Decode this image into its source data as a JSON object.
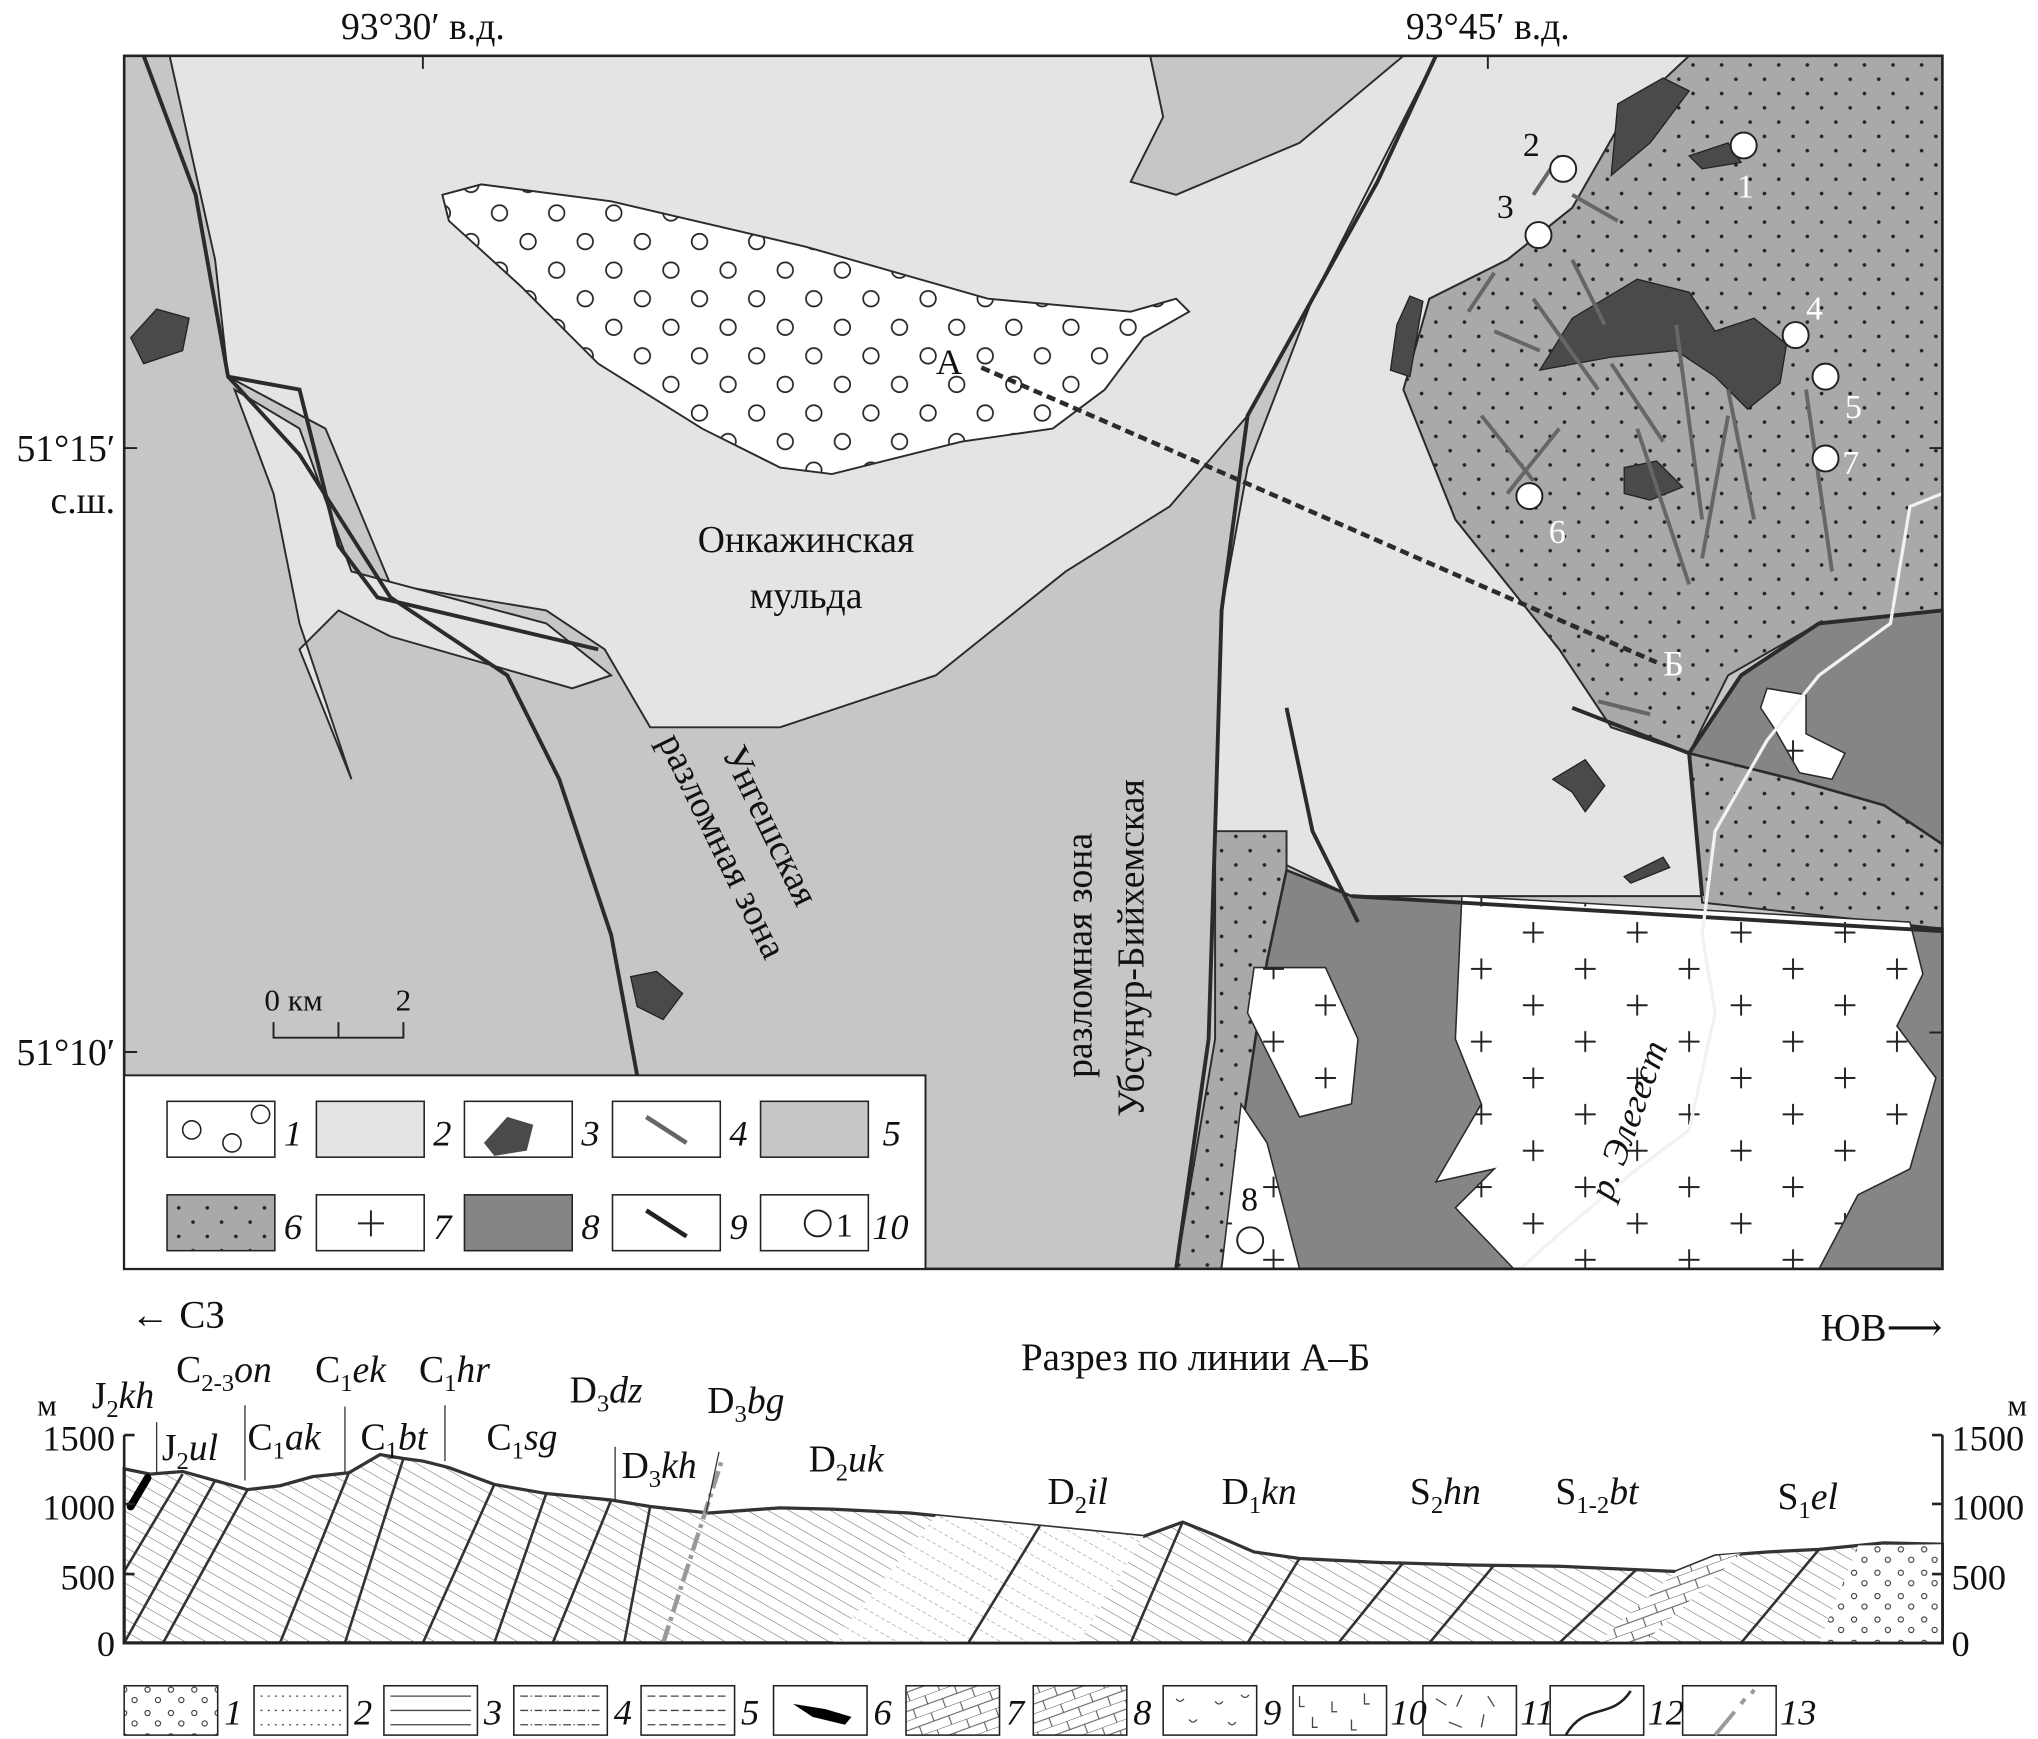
{
  "map": {
    "coords": {
      "lon_left": "93°30′ в.д.",
      "lon_right": "93°45′ в.д.",
      "lat_upper": "51°15′",
      "lat_upper_suffix": "с.ш.",
      "lat_lower": "51°10′"
    },
    "labels": {
      "basin_line1": "Онкажинская",
      "basin_line2": "мульда",
      "zone1_line1": "Унгешская",
      "zone1_line2": "разломная зона",
      "zone2_line1": "Убсунур-Бийхемская",
      "zone2_line2": "разломная зона",
      "river": "р. Элегест",
      "point_a": "А",
      "point_b": "Б"
    },
    "sites": [
      "1",
      "2",
      "3",
      "4",
      "5",
      "6",
      "7",
      "8"
    ],
    "scale": {
      "zero": "0 км",
      "two": "2"
    },
    "legend": [
      "1",
      "2",
      "3",
      "4",
      "5",
      "6",
      "7",
      "8",
      "9",
      "10"
    ],
    "legend10_sample": "1"
  },
  "section": {
    "title": "Разрез по линии А–Б",
    "dir_left": "СЗ",
    "dir_right": "ЮВ",
    "unit": "м",
    "ticks": [
      "1500",
      "1000",
      "500",
      "0"
    ],
    "formations": [
      {
        "base": "J",
        "sub": "2",
        "name": "kh"
      },
      {
        "base": "J",
        "sub": "2",
        "name": "ul"
      },
      {
        "base": "C",
        "sub": "2-3",
        "name": "on"
      },
      {
        "base": "C",
        "sub": "1",
        "name": "ak"
      },
      {
        "base": "C",
        "sub": "1",
        "name": "ek"
      },
      {
        "base": "C",
        "sub": "1",
        "name": "bt"
      },
      {
        "base": "C",
        "sub": "1",
        "name": "hr"
      },
      {
        "base": "C",
        "sub": "1",
        "name": "sg"
      },
      {
        "base": "D",
        "sub": "3",
        "name": "dz"
      },
      {
        "base": "D",
        "sub": "3",
        "name": "kh"
      },
      {
        "base": "D",
        "sub": "3",
        "name": "bg"
      },
      {
        "base": "D",
        "sub": "2",
        "name": "uk"
      },
      {
        "base": "D",
        "sub": "2",
        "name": "il"
      },
      {
        "base": "D",
        "sub": "1",
        "name": "kn"
      },
      {
        "base": "S",
        "sub": "2",
        "name": "hn"
      },
      {
        "base": "S",
        "sub": "1-2",
        "name": "bt"
      },
      {
        "base": "S",
        "sub": "1",
        "name": "el"
      }
    ],
    "legend": [
      "1",
      "2",
      "3",
      "4",
      "5",
      "6",
      "7",
      "8",
      "9",
      "10",
      "11",
      "12",
      "13"
    ]
  },
  "colors": {
    "unit2": "#e4e4e4",
    "unit5": "#c6c6c6",
    "unit6": "#a9a9a9",
    "unit8": "#858585",
    "unit3": "#4a4a4a",
    "line": "#2b2b2b"
  }
}
